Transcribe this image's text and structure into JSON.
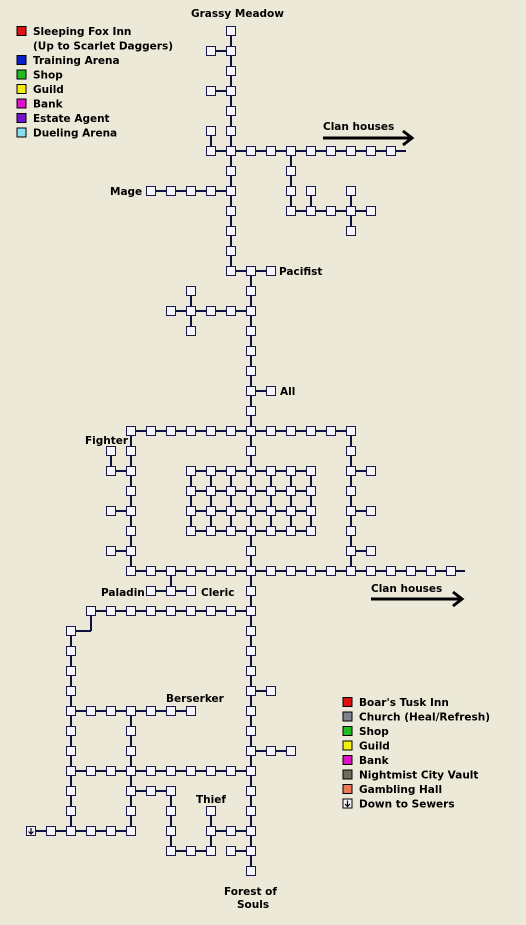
{
  "colors": {
    "background": "#ece9d8",
    "room": "#f4f4fa",
    "link": "#0d1240",
    "inn": "#dd1111",
    "training": "#0a1fcc",
    "shop": "#22bb22",
    "guild": "#f2ee10",
    "bank": "#dd11cc",
    "estate": "#7711cc",
    "dueling": "#88ddee",
    "church": "#808090",
    "vault": "#6e6e56",
    "gambling": "#ee7755"
  },
  "labels": {
    "grassy_meadow": "Grassy Meadow",
    "clan_houses_top": "Clan houses",
    "clan_houses_mid": "Clan houses",
    "mage": "Mage",
    "pacifist": "Pacifist",
    "all": "All",
    "fighter": "Fighter",
    "paladin": "Paladin",
    "cleric": "Cleric",
    "berserker": "Berserker",
    "thief": "Thief",
    "forest_line1": "Forest of",
    "forest_line2": "Souls"
  },
  "legend_top": [
    {
      "label": "Sleeping Fox Inn",
      "color": "#dd1111",
      "icon": "inn-icon"
    },
    {
      "label": "(Up to Scarlet Daggers)",
      "color": "",
      "icon": ""
    },
    {
      "label": "Training Arena",
      "color": "#0a1fcc",
      "icon": "training-icon"
    },
    {
      "label": "Shop",
      "color": "#22bb22",
      "icon": "shop-icon"
    },
    {
      "label": "Guild",
      "color": "#f2ee10",
      "icon": "guild-icon"
    },
    {
      "label": "Bank",
      "color": "#dd11cc",
      "icon": "bank-icon"
    },
    {
      "label": "Estate Agent",
      "color": "#7711cc",
      "icon": "estate-agent-icon"
    },
    {
      "label": "Dueling Arena",
      "color": "#88ddee",
      "icon": "dueling-arena-icon"
    }
  ],
  "legend_bottom": [
    {
      "label": "Boar's Tusk Inn",
      "color": "#dd1111",
      "icon": "inn-icon"
    },
    {
      "label": "Church (Heal/Refresh)",
      "color": "#808090",
      "icon": "church-icon"
    },
    {
      "label": "Shop",
      "color": "#22bb22",
      "icon": "shop-icon"
    },
    {
      "label": "Guild",
      "color": "#f2ee10",
      "icon": "guild-icon"
    },
    {
      "label": "Bank",
      "color": "#dd11cc",
      "icon": "bank-icon"
    },
    {
      "label": "Nightmist City Vault",
      "color": "#6e6e56",
      "icon": "vault-icon"
    },
    {
      "label": "Gambling Hall",
      "color": "#ee7755",
      "icon": "gambling-icon"
    },
    {
      "label": "Down to Sewers",
      "color": "",
      "icon": "down-arrow-icon"
    }
  ]
}
